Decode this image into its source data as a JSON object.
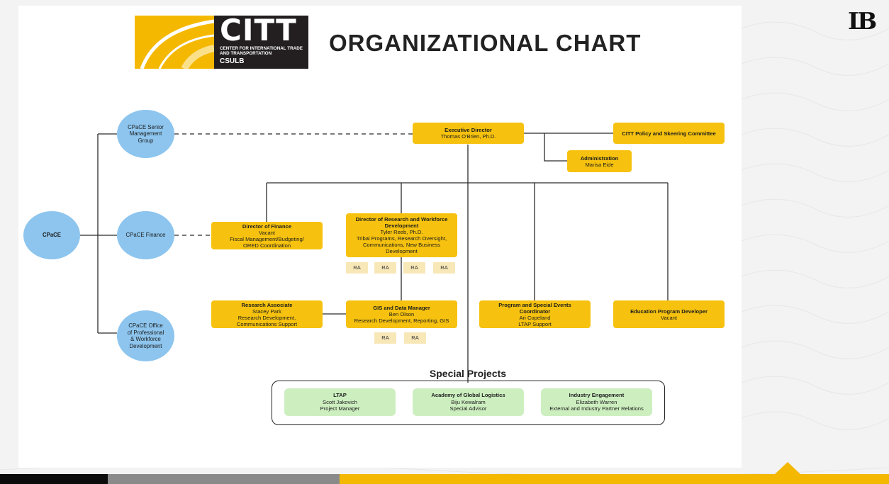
{
  "colors": {
    "accent_yellow": "#f6c20f",
    "circle_blue": "#8dc5ee",
    "project_green": "#cdefc0",
    "ra_cream": "#f8e8b8"
  },
  "logo": {
    "name": "CITT",
    "subtitle": "CENTER FOR INTERNATIONAL TRADE AND TRANSPORTATION",
    "tag": "CSULB"
  },
  "title": "ORGANIZATIONAL CHART",
  "corner_logo": "LB",
  "circles": {
    "cpace": "CPaCE",
    "senior": "CPaCE Senior Management Group",
    "finance": "CPaCE Finance",
    "office": "CPaCE Office of Professional & Workforce Development"
  },
  "boxes": {
    "executive": {
      "title": "Executive Director",
      "lines": [
        "Thomas O'Brien, Ph.D."
      ]
    },
    "committee": {
      "title": "CITT Policy and Skeering Committee",
      "lines": []
    },
    "administration": {
      "title": "Administration",
      "lines": [
        "Marisa Eide"
      ]
    },
    "finance_director": {
      "title": "Director of Finance",
      "lines": [
        "Vacant",
        "Fiscal Management/Budgeting/",
        "ORED Coordination"
      ]
    },
    "research_director": {
      "title": "Director of Research and Workforce Development",
      "lines": [
        "Tyler Reeb, Ph.D.",
        "Tribal Programs, Research Oversight,",
        "Communications, New Business",
        "Development"
      ]
    },
    "research_associate": {
      "title": "Research Associate",
      "lines": [
        "Stacey Park",
        "Research Development,",
        "Communications Support"
      ]
    },
    "gis": {
      "title": "GIS and Data Manager",
      "lines": [
        "Ben Olson",
        "Research Development, Reporting, GIS"
      ]
    },
    "program_events": {
      "title": "Program and Special Events Coordinator",
      "lines": [
        "Ari Copeland",
        "LTAP Support"
      ]
    },
    "education": {
      "title": "Education Program Developer",
      "lines": [
        "Vacant"
      ]
    }
  },
  "ra_label": "RA",
  "special_projects": {
    "title": "Special Projects",
    "items": [
      {
        "title": "LTAP",
        "lines": [
          "Scott Jakovich",
          "Project Manager"
        ]
      },
      {
        "title": "Academy of Global Logistics",
        "lines": [
          "Biju Kewalram",
          "Special Advisor"
        ]
      },
      {
        "title": "Industry Engagement",
        "lines": [
          "Elizabeth Warren",
          "External and Industry Partner Relations"
        ]
      }
    ]
  }
}
